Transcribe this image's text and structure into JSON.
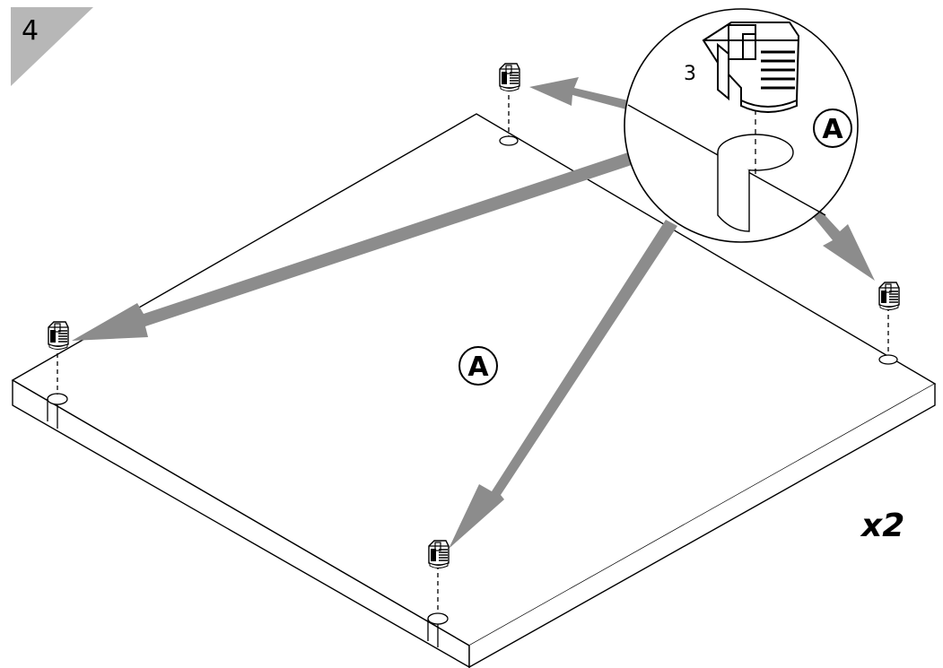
{
  "step": {
    "number": "4"
  },
  "panel": {
    "part_label": "A"
  },
  "detail": {
    "part_label": "A",
    "part_number": "3"
  },
  "quantity": {
    "label": "x2"
  },
  "colors": {
    "arrow": "#8c8c8c",
    "badge": "#b7b7b7",
    "line": "#000000"
  },
  "fastener_count": 4
}
